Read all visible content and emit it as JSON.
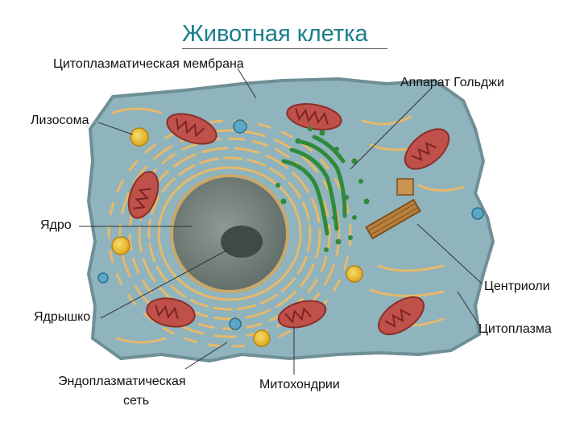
{
  "title": "Животная клетка",
  "labels": {
    "membrane": "Цитоплазматическая мембрана",
    "golgi": "Аппарат Гольджи",
    "lysosome": "Лизосома",
    "nucleus": "Ядро",
    "centrioles": "Центриоли",
    "nucleolus": "Ядрышко",
    "cytoplasm": "Цитоплазма",
    "er_line1": "Эндоплазматическая",
    "er_line2": "сеть",
    "mitochondria": "Митохондрии"
  },
  "colors": {
    "cytoplasm": "#8fb4bd",
    "membrane": "#6f8f96",
    "er": "#e8b96a",
    "nucleus": "#7d8a84",
    "nucleolus": "#3e4a44",
    "mitochondria": "#c0504a",
    "golgi": "#2f8a3c",
    "lysosome": "#f2c230",
    "title": "#1a7f8a"
  }
}
